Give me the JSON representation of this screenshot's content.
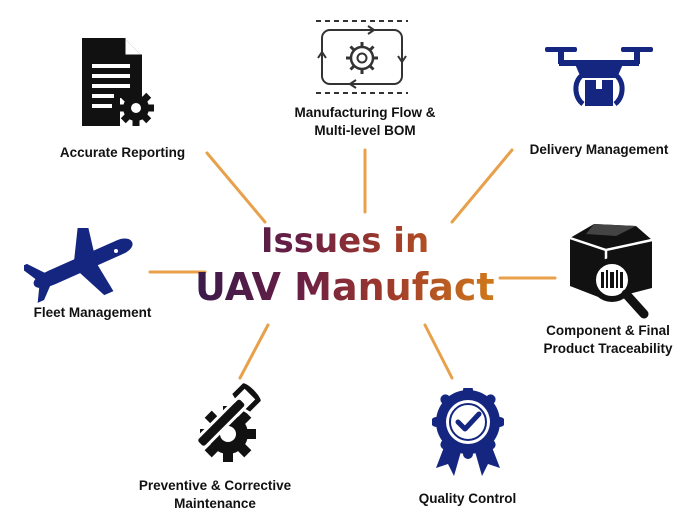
{
  "center": {
    "line1": "Issues in",
    "line2": "UAV Manufacturing"
  },
  "nodes": {
    "accurate_reporting": {
      "label": "Accurate Reporting",
      "icon": "document-gear-icon"
    },
    "manufacturing_flow": {
      "label_line1": "Manufacturing Flow &",
      "label_line2": "Multi-level BOM",
      "icon": "process-cycle-icon"
    },
    "delivery_management": {
      "label": "Delivery Management",
      "icon": "drone-package-icon"
    },
    "fleet_management": {
      "label": "Fleet Management",
      "icon": "airplane-icon"
    },
    "traceability": {
      "label_line1": "Component & Final",
      "label_line2": "Product Traceability",
      "icon": "box-magnifier-icon"
    },
    "maintenance": {
      "label_line1": "Preventive & Corrective",
      "label_line2": "Maintenance",
      "icon": "wrench-gear-icon"
    },
    "quality_control": {
      "label": "Quality Control",
      "icon": "award-ribbon-icon"
    }
  },
  "colors": {
    "connector": "#e8a04a",
    "navy": "#142680",
    "black": "#111111"
  }
}
